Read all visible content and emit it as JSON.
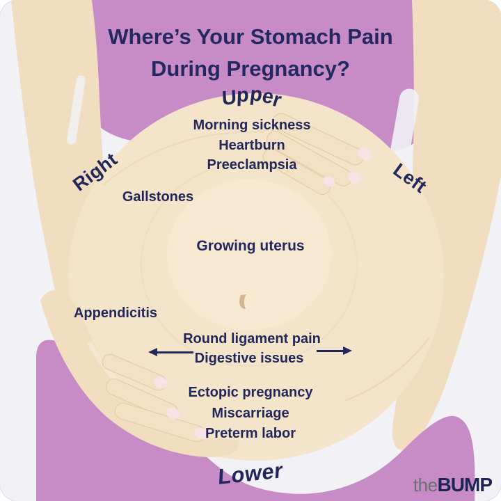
{
  "title": {
    "line1": "Where’s Your Stomach Pain",
    "line2": "During Pregnancy?"
  },
  "regions": {
    "upper": "Upper",
    "right": "Right",
    "left": "Left",
    "lower": "Lower"
  },
  "conditions": {
    "upper_center": [
      "Morning sickness",
      "Heartburn",
      "Preeclampsia"
    ],
    "upper_right_side": "Gallstones",
    "center": "Growing uterus",
    "lower_right_side": "Appendicitis",
    "middle_band": [
      "Round ligament pain",
      "Digestive issues"
    ],
    "lower_center": [
      "Ectopic pregnancy",
      "Miscarriage",
      "Preterm labor"
    ]
  },
  "icons": {
    "left_arrow": "arrow-left-icon",
    "right_arrow": "arrow-right-icon"
  },
  "logo": {
    "prefix": "the",
    "name": "BUMP"
  },
  "colors": {
    "background": "#f1f1f6",
    "purple": "#c78cc5",
    "belly_skin": "#f4e4ca",
    "arm_skin": "#f1ddc0",
    "text_navy": "#23265a",
    "nail_pink": "#f8e2e6",
    "logo_gray": "#6e6e72",
    "logo_navy": "#1f2456"
  }
}
